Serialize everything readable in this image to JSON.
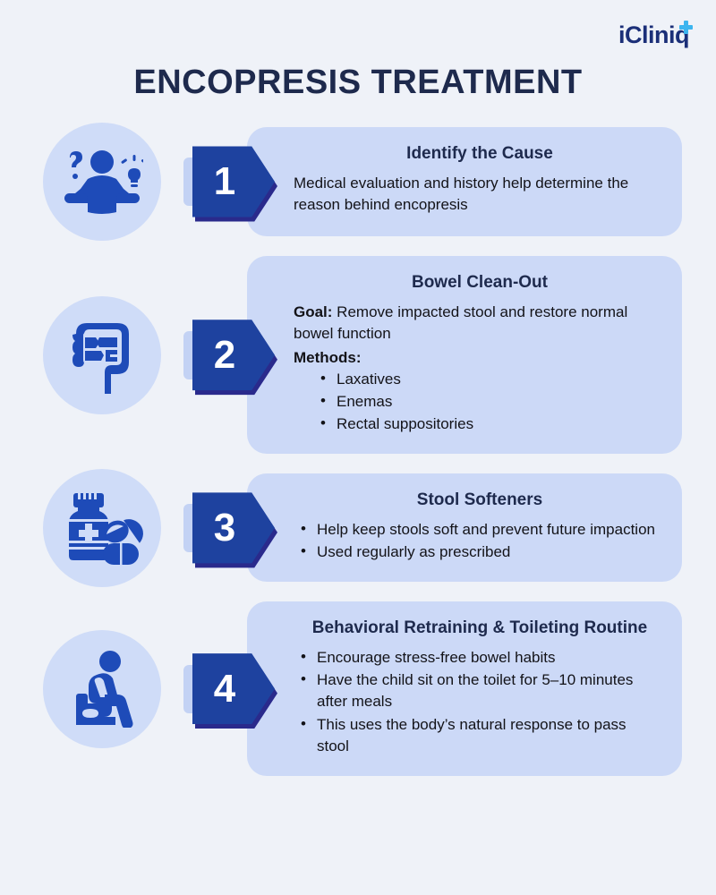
{
  "brand": {
    "name": "iCliniq",
    "plus_icon": "medical-plus-icon",
    "text_color": "#1b2f78",
    "plus_color": "#3cb5ef"
  },
  "page": {
    "title": "ENCOPRESIS TREATMENT",
    "background_color": "#eff2f8",
    "title_color": "#1e2a4d",
    "card_color": "#ccd9f7",
    "badge_color": "#1e429f",
    "icon_bubble_color": "#cfdcf8"
  },
  "steps": [
    {
      "number": "1",
      "icon": "person-shrug-question-lightbulb-icon",
      "title": "Identify the Cause",
      "paragraphs": [
        {
          "lead": "",
          "text": "Medical evaluation and history help determine the reason behind encopresis"
        }
      ],
      "sublabel": "",
      "bullets": []
    },
    {
      "number": "2",
      "icon": "intestine-colon-icon",
      "title": "Bowel Clean-Out",
      "paragraphs": [
        {
          "lead": "Goal:",
          "text": " Remove impacted stool and restore normal bowel function"
        }
      ],
      "sublabel": "Methods:",
      "bullets": [
        "Laxatives",
        "Enemas",
        "Rectal suppositories"
      ]
    },
    {
      "number": "3",
      "icon": "medicine-bottle-pills-icon",
      "title": "Stool Softeners",
      "paragraphs": [],
      "sublabel": "",
      "bullets": [
        "Help keep stools soft and prevent future impaction",
        "Used regularly as prescribed"
      ]
    },
    {
      "number": "4",
      "icon": "person-on-toilet-icon",
      "title": "Behavioral Retraining & Toileting Routine",
      "paragraphs": [],
      "sublabel": "",
      "bullets": [
        "Encourage stress-free bowel habits",
        "Have the child sit on the toilet for 5–10 minutes after meals",
        "This uses the body’s natural response to pass stool"
      ]
    }
  ]
}
